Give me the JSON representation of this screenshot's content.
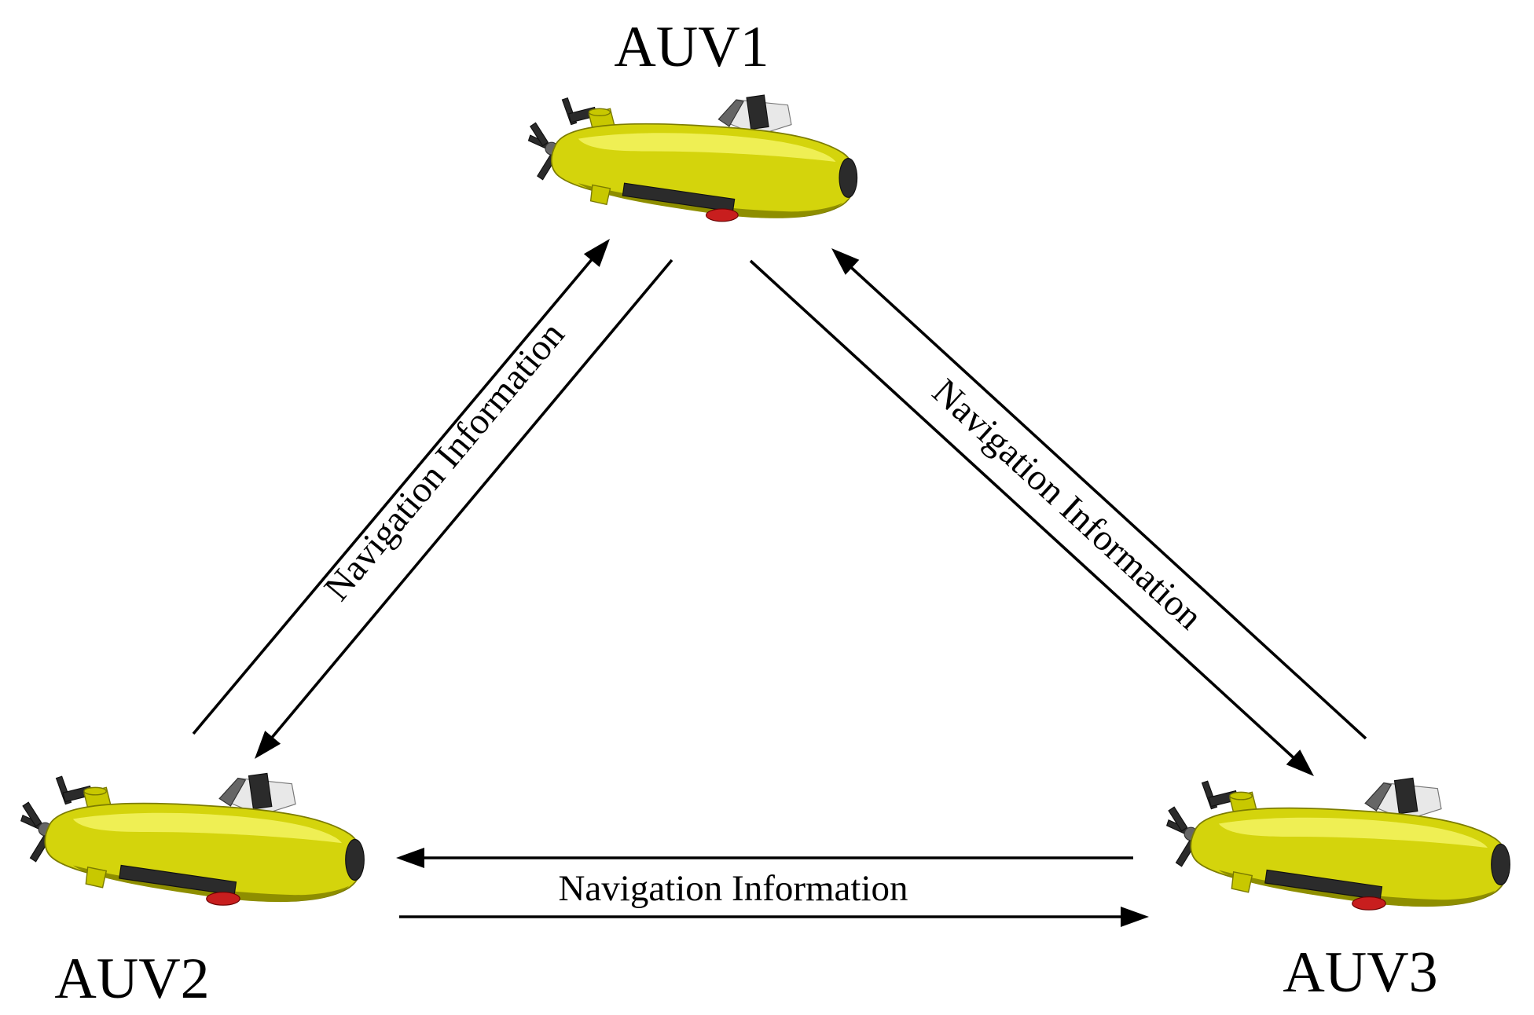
{
  "nodes": [
    {
      "id": "auv1",
      "label": "AUV1"
    },
    {
      "id": "auv2",
      "label": "AUV2"
    },
    {
      "id": "auv3",
      "label": "AUV3"
    }
  ],
  "edges": [
    {
      "between": [
        "auv1",
        "auv2"
      ],
      "label": "Navigation Information",
      "arrows": 2
    },
    {
      "between": [
        "auv1",
        "auv3"
      ],
      "label": "Navigation Information",
      "arrows": 2
    },
    {
      "between": [
        "auv2",
        "auv3"
      ],
      "label": "Navigation Information",
      "arrows": 2
    }
  ],
  "colors": {
    "vehicle_body": "#d4d40c",
    "lines": "#000000",
    "background": "#ffffff"
  },
  "icons": {
    "vehicle": "yellow-auv-submarine-icon",
    "arrow": "arrowhead-icon"
  }
}
